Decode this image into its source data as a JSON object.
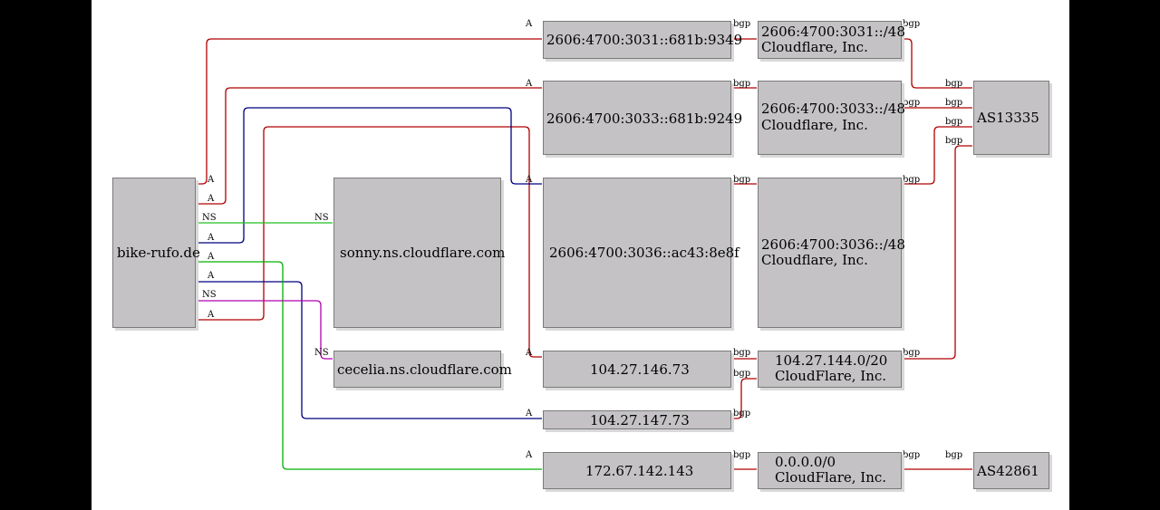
{
  "nodes": {
    "domain": "bike-rufo.de",
    "ns1": "sonny.ns.cloudflare.com",
    "ns2": "cecelia.ns.cloudflare.com",
    "ip6_1": "2606:4700:3031::681b:9349",
    "ip6_2": "2606:4700:3033::681b:9249",
    "ip6_3": "2606:4700:3036::ac43:8e8f",
    "ip4_1": "104.27.146.73",
    "ip4_2": "104.27.147.73",
    "ip4_3": "172.67.142.143",
    "pfx1": {
      "net": "2606:4700:3031::/48",
      "org": "Cloudflare, Inc."
    },
    "pfx2": {
      "net": "2606:4700:3033::/48",
      "org": "Cloudflare, Inc."
    },
    "pfx3": {
      "net": "2606:4700:3036::/48",
      "org": "Cloudflare, Inc."
    },
    "pfx4": {
      "net": "104.27.144.0/20",
      "org": "CloudFlare, Inc."
    },
    "pfx5": {
      "net": "0.0.0.0/0",
      "org": "CloudFlare, Inc."
    },
    "as1": "AS13335",
    "as2": "AS42861"
  },
  "edge_labels": {
    "a": "A",
    "ns": "NS",
    "bgp": "bgp"
  },
  "edge_colors": {
    "a_red": "#b00000",
    "a_blue": "#000080",
    "a_green": "#00b000",
    "ns_green": "#20c020",
    "ns_magenta": "#b000b0",
    "bgp": "#b00000"
  }
}
